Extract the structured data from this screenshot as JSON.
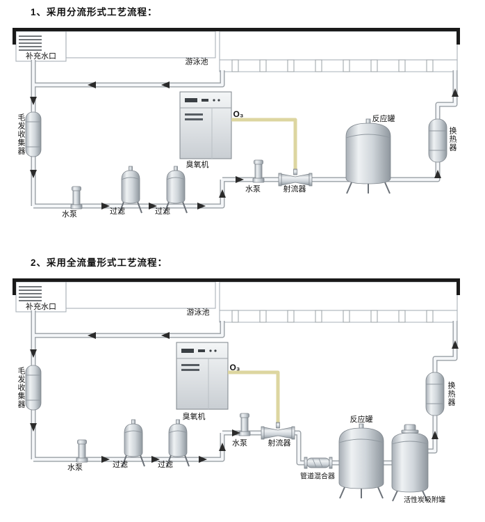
{
  "diagram1": {
    "title": "1、采用分流形式工艺流程：",
    "labels": {
      "makeup_water": "补充水口",
      "pool": "游泳池",
      "hair_collector": "毛发收集器",
      "pump_main": "水泵",
      "filter_1": "过滤",
      "filter_2": "过滤",
      "ozone_generator": "臭氧机",
      "ozone_gas": "O₃",
      "pump_ozone": "水泵",
      "injector": "射流器",
      "reaction_tank": "反应罐",
      "heat_exchanger": "换热器"
    }
  },
  "diagram2": {
    "title": "2、采用全流量形式工艺流程：",
    "labels": {
      "makeup_water": "补充水口",
      "pool": "游泳池",
      "hair_collector": "毛发收集器",
      "pump_main": "水泵",
      "filter_1": "过滤",
      "filter_2": "过滤",
      "ozone_generator": "臭氧机",
      "ozone_gas": "O₃",
      "pump_ozone": "水泵",
      "injector": "射流器",
      "pipeline_mixer": "管道混合器",
      "reaction_tank": "反应罐",
      "carbon_tank": "活性炭吸附罐",
      "heat_exchanger": "换热器"
    }
  },
  "colors": {
    "pool_water_top": "#85afd3",
    "pool_water_bottom": "#eef6fc",
    "deck": "#1a1a1a",
    "pipe_outline": "#9aa0a6",
    "pipe_fill": "#f4f6f8",
    "ozone_tube": "#ddd6a0",
    "equipment_light": "#eef1f3",
    "equipment_dark": "#8f979e",
    "arrow": "#2b2b2b",
    "text": "#111111"
  }
}
